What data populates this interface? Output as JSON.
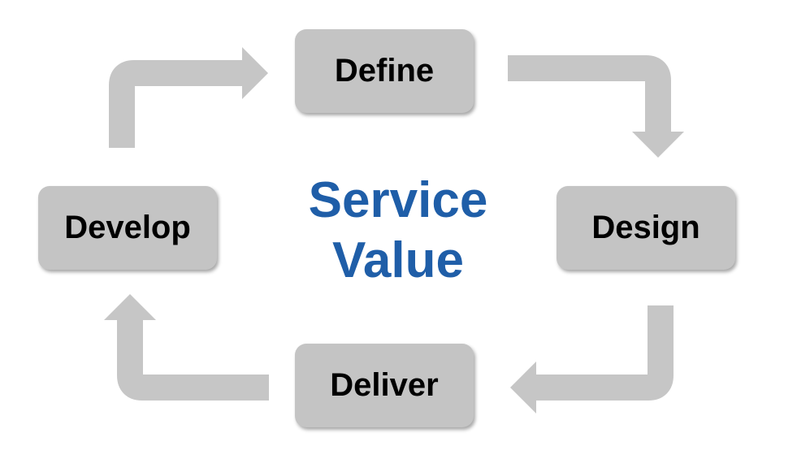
{
  "diagram": {
    "center": {
      "line1": "Service",
      "line2": "Value"
    },
    "stages": {
      "define": "Define",
      "design": "Design",
      "deliver": "Deliver",
      "develop": "Develop"
    }
  },
  "colors": {
    "box_fill": "#c4c4c4",
    "arrow_fill": "#c6c6c6",
    "center_text": "#1f5ea8",
    "stage_text": "#000000"
  }
}
